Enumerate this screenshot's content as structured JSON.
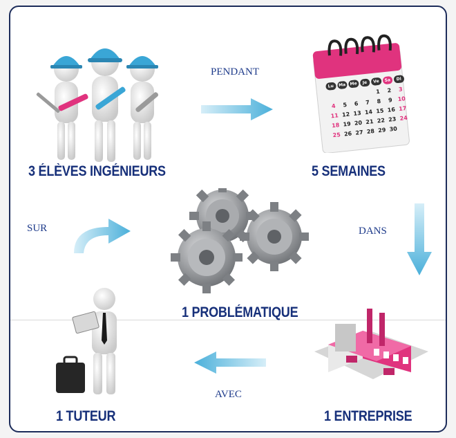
{
  "nodes": {
    "students": "3 ÉLÈVES INGÉNIEURS",
    "weeks": "5 SEMAINES",
    "problem": "1 PROBLÉMATIQUE",
    "company": "1 ENTREPRISE",
    "tutor": "1 TUTEUR"
  },
  "connectors": {
    "pendant": "PENDANT",
    "dans": "DANS",
    "avec": "AVEC",
    "sur": "SUR"
  },
  "calendar": {
    "weekday_badges": [
      "Lu",
      "Ma",
      "Me",
      "Je",
      "Ve",
      "Sa",
      "Di"
    ],
    "rows": [
      [
        "",
        "",
        "",
        "",
        "1",
        "2",
        "3"
      ],
      [
        "4",
        "5",
        "6",
        "7",
        "8",
        "9",
        "10"
      ],
      [
        "11",
        "12",
        "13",
        "14",
        "15",
        "16",
        "17"
      ],
      [
        "18",
        "19",
        "20",
        "21",
        "22",
        "23",
        "24"
      ],
      [
        "25",
        "26",
        "27",
        "28",
        "29",
        "30",
        ""
      ]
    ]
  },
  "colors": {
    "title_text": "#17307a",
    "connector_text": "#1d3a8a",
    "arrow": "#5bb8dd",
    "magenta": "#e0337e",
    "helmet": "#3aa6d6",
    "gear": "#8f9296"
  }
}
